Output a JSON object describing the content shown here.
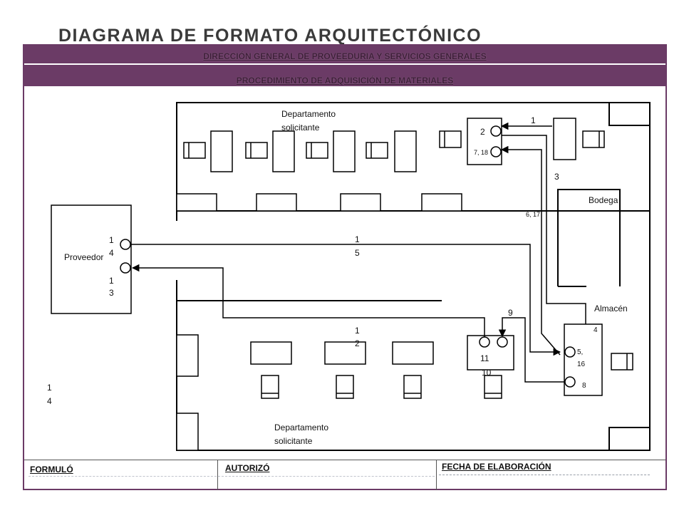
{
  "title": "DIAGRAMA DE FORMATO ARQUITECTÓNICO",
  "header": {
    "line1": "DIRECCIÓN GENERAL DE PROVEEDURIA Y SERVICIOS GENERALES",
    "line2": "PROCEDIMIENTO DE ADQUISICIÓN DE MATERIALES"
  },
  "footer": {
    "formulo": "FORMULÓ",
    "autorizo": "AUTORIZÓ",
    "fecha": "FECHA DE ELABORACIÓN"
  },
  "labels": {
    "dept_top_1": "Departamento",
    "dept_top_2": "solicitante",
    "dept_bottom_1": "Departamento",
    "dept_bottom_2": "solicitante",
    "bodega": "Bodega",
    "almacen": "Almacén",
    "proveedor": "Proveedor"
  },
  "step_numbers": {
    "s1": "1",
    "s2": "2",
    "s7_18": "7, 18",
    "s3": "3",
    "s6_17": "6, 17",
    "s14_a": "1",
    "s14_b": "4",
    "s13_a": "1",
    "s13_b": "3",
    "s15_a": "1",
    "s15_b": "5",
    "s9": "9",
    "s12_a": "1",
    "s12_b": "2",
    "s11": "11",
    "s10": "10",
    "s4": "4",
    "s5_16_a": "5,",
    "s5_16_b": "16",
    "s8": "8",
    "s14left_a": "1",
    "s14left_b": "4"
  },
  "colors": {
    "band": "#6b3b66",
    "line": "#000000"
  }
}
